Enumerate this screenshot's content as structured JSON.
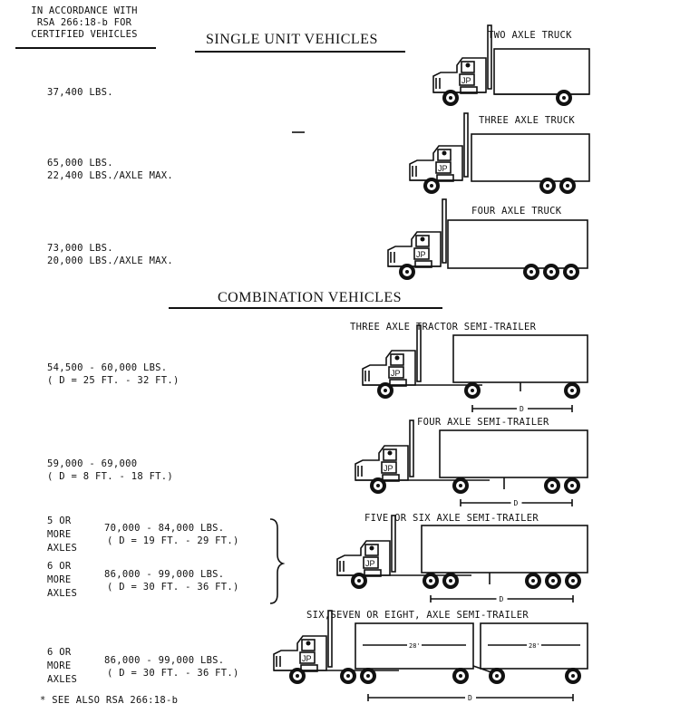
{
  "header": {
    "lines": [
      "IN ACCORDANCE WITH",
      "RSA 266:18-b FOR",
      "CERTIFIED VEHICLES"
    ]
  },
  "sections": {
    "single": "SINGLE UNIT VEHICLES",
    "combination": "COMBINATION VEHICLES"
  },
  "vehicles": [
    {
      "name": "TWO AXLE TRUCK",
      "weights": [
        "37,400 LBS."
      ]
    },
    {
      "name": "THREE AXLE TRUCK",
      "weights": [
        "65,000 LBS.",
        "22,400 LBS./AXLE MAX."
      ]
    },
    {
      "name": "FOUR AXLE TRUCK",
      "weights": [
        "73,000 LBS.",
        "20,000 LBS./AXLE MAX."
      ]
    },
    {
      "name": "THREE AXLE TRACTOR SEMI-TRAILER",
      "weights": [
        "54,500 - 60,000 LBS.",
        "( D = 25 FT. - 32 FT.)"
      ]
    },
    {
      "name": "FOUR AXLE SEMI-TRAILER",
      "weights": [
        "59,000 - 69,000",
        "( D = 8 FT. - 18 FT.)"
      ]
    },
    {
      "name": "FIVE OR SIX AXLE SEMI-TRAILER",
      "groups": [
        {
          "axles": [
            "5 OR",
            "MORE",
            "AXLES"
          ],
          "weights": [
            "70,000 - 84,000 LBS.",
            "( D = 19 FT. - 29 FT.)"
          ]
        },
        {
          "axles": [
            "6 OR",
            "MORE",
            "AXLES"
          ],
          "weights": [
            "86,000 - 99,000 LBS.",
            "( D = 30 FT. - 36 FT.)"
          ]
        }
      ]
    },
    {
      "name": "SIX,SEVEN OR EIGHT, AXLE SEMI-TRAILER",
      "axles": [
        "6 OR",
        "MORE",
        "AXLES"
      ],
      "weights": [
        "86,000 - 99,000 LBS.",
        "( D = 30 FT. - 36 FT.)"
      ]
    }
  ],
  "cab_marking": "JP",
  "dimension_label": "D",
  "trailer_length_label": "28'",
  "footnote": "* SEE ALSO RSA 266:18-b"
}
